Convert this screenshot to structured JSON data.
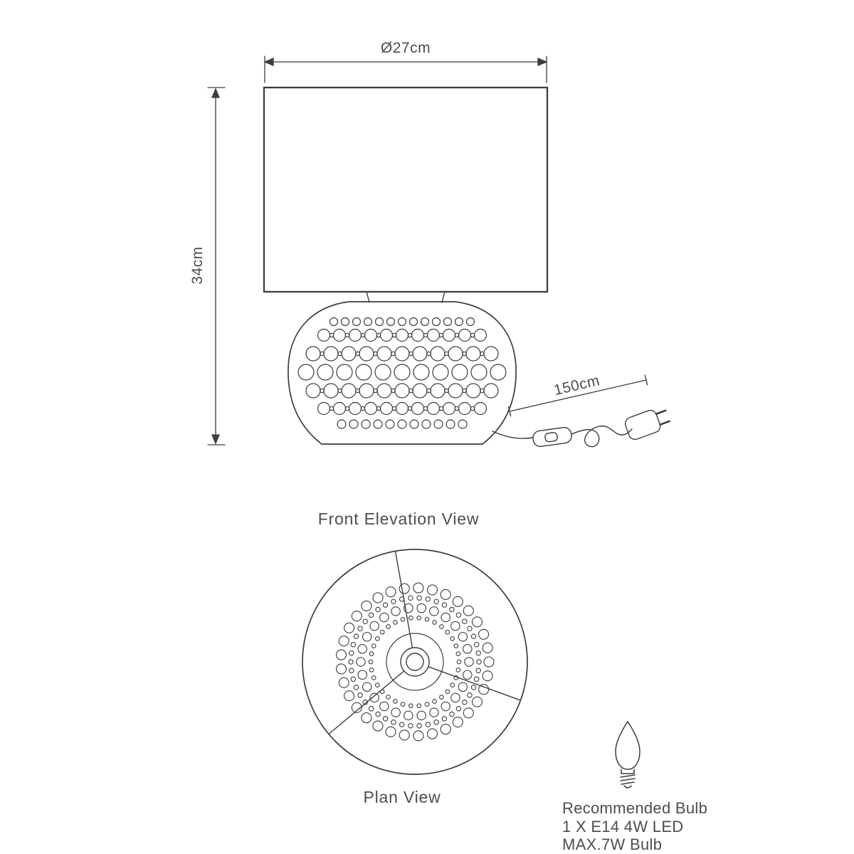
{
  "labels": {
    "front_view": "Front Elevation View",
    "plan_view": "Plan View"
  },
  "dimensions": {
    "shade_diameter": "Ø27cm",
    "lamp_height": "34cm",
    "cable_length": "150cm"
  },
  "bulb_info": {
    "title": "Recommended Bulb",
    "spec": "1 X E14 4W LED",
    "max": "MAX.7W Bulb"
  },
  "colors": {
    "line": "#3d3d3d",
    "text": "#4d4d4d",
    "background": "#ffffff"
  }
}
